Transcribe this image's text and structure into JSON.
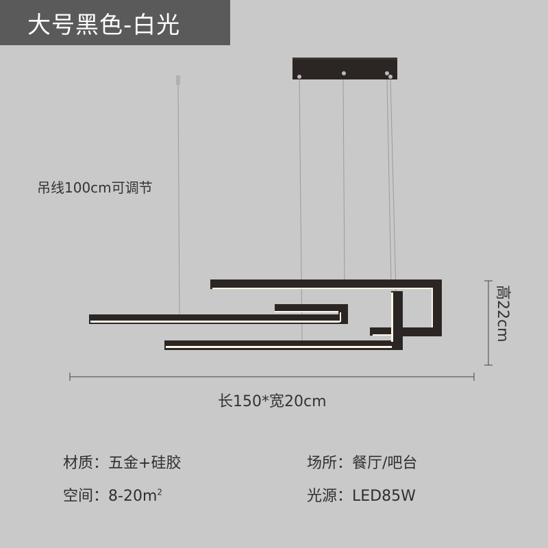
{
  "header": {
    "title": "大号黑色-白光"
  },
  "dimensions": {
    "cord": "吊线100cm可调节",
    "height": "高22cm",
    "length_width": "长150*宽20cm"
  },
  "specs": {
    "material": {
      "key": "材质：",
      "value": "五金+硅胶"
    },
    "space": {
      "key": "空间：",
      "value": "8-20m",
      "sup": "2"
    },
    "venue": {
      "key": "场所：",
      "value": "餐厅/吧台"
    },
    "light": {
      "key": "光源：",
      "value": "LED85W"
    }
  },
  "colors": {
    "background": "#c9c9c9",
    "title_box": "#5a5a5a",
    "fixture": "#2b2624",
    "glow": "#fff6e6",
    "wire": "#9a9a9a"
  }
}
